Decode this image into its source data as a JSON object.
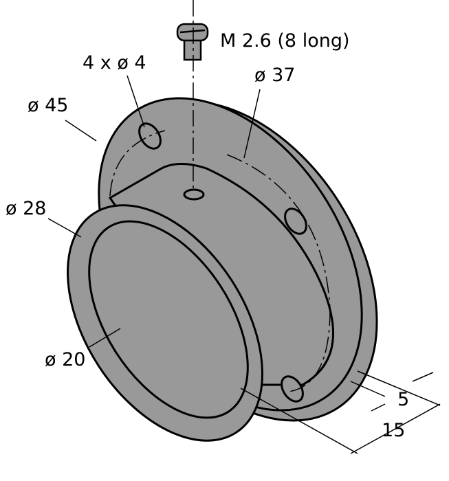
{
  "drawing": {
    "fill_color": "#999999",
    "line_color": "#000000",
    "labels": {
      "screw": "M 2.6  (8 long)",
      "holes": "4 x ø 4",
      "bolt_circle": "ø 37",
      "flange_diameter": "ø 45",
      "boss_diameter": "ø 28",
      "bore_diameter": "ø 20",
      "flange_thickness": "5",
      "total_length": "15"
    }
  }
}
